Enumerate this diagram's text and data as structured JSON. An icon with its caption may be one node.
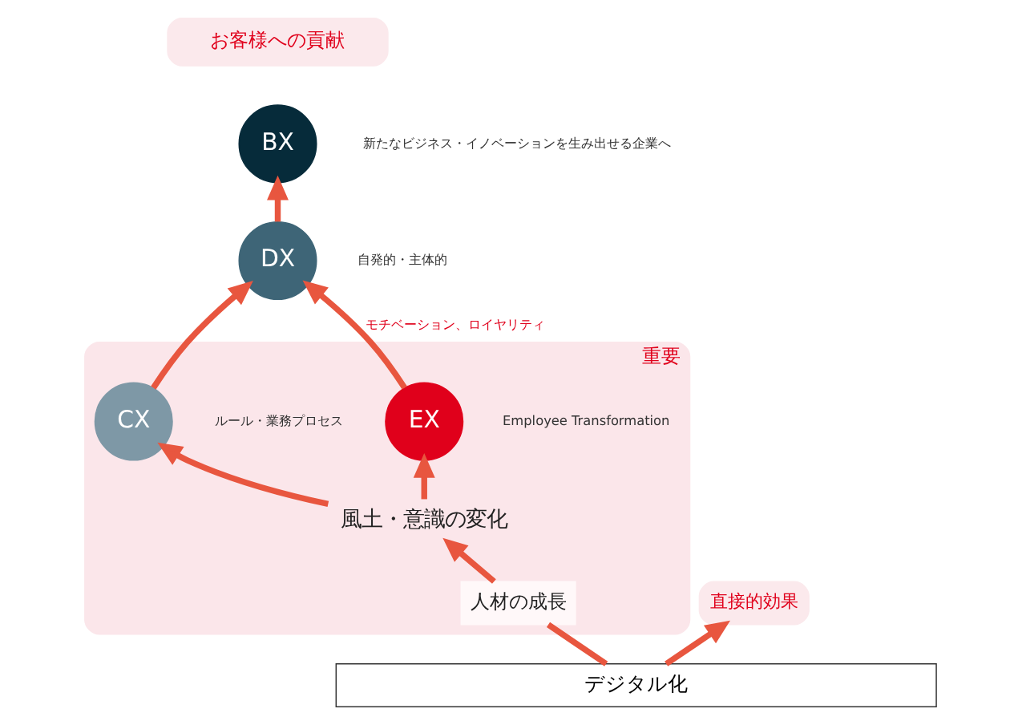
{
  "diagram": {
    "nodes": [
      {
        "text": [
          "お客様への貢献"
        ]
      },
      {
        "text": [
          "BX"
        ],
        "beside": [
          "新たなビジネス・イノベーションを生み出せる企業へ"
        ]
      },
      {
        "text": [
          "DX"
        ],
        "beside": [
          "自発的・主体的"
        ]
      },
      {
        "text": [
          "CX"
        ],
        "beside": [
          "ルール・業務プロセス"
        ],
        "in": 5
      },
      {
        "text": [
          "EX"
        ],
        "beside": [
          "Employee Transformation"
        ],
        "in": 5
      },
      {
        "text": [
          "重要"
        ]
      },
      {
        "text": [
          "風土・意識の変化"
        ],
        "in": 5
      },
      {
        "text": [
          "人材の成長"
        ],
        "in": 5
      },
      {
        "text": [
          "直接的効果"
        ]
      },
      {
        "text": [
          "デジタル化"
        ]
      }
    ],
    "edges": [
      {
        "from": 9,
        "to": 8,
        "arrow": "to"
      },
      {
        "from": 9,
        "to": 7,
        "arrow": "none"
      },
      {
        "from": 7,
        "to": 6,
        "arrow": "to"
      },
      {
        "from": 6,
        "to": 3,
        "arrow": "to"
      },
      {
        "from": 6,
        "to": 4,
        "arrow": "to"
      },
      {
        "from": 3,
        "to": 2,
        "arrow": "to"
      },
      {
        "from": 4,
        "to": 2,
        "arrow": "to",
        "label": "モチベーション、ロイヤリティ"
      },
      {
        "from": 2,
        "to": 1,
        "arrow": "to"
      }
    ]
  }
}
